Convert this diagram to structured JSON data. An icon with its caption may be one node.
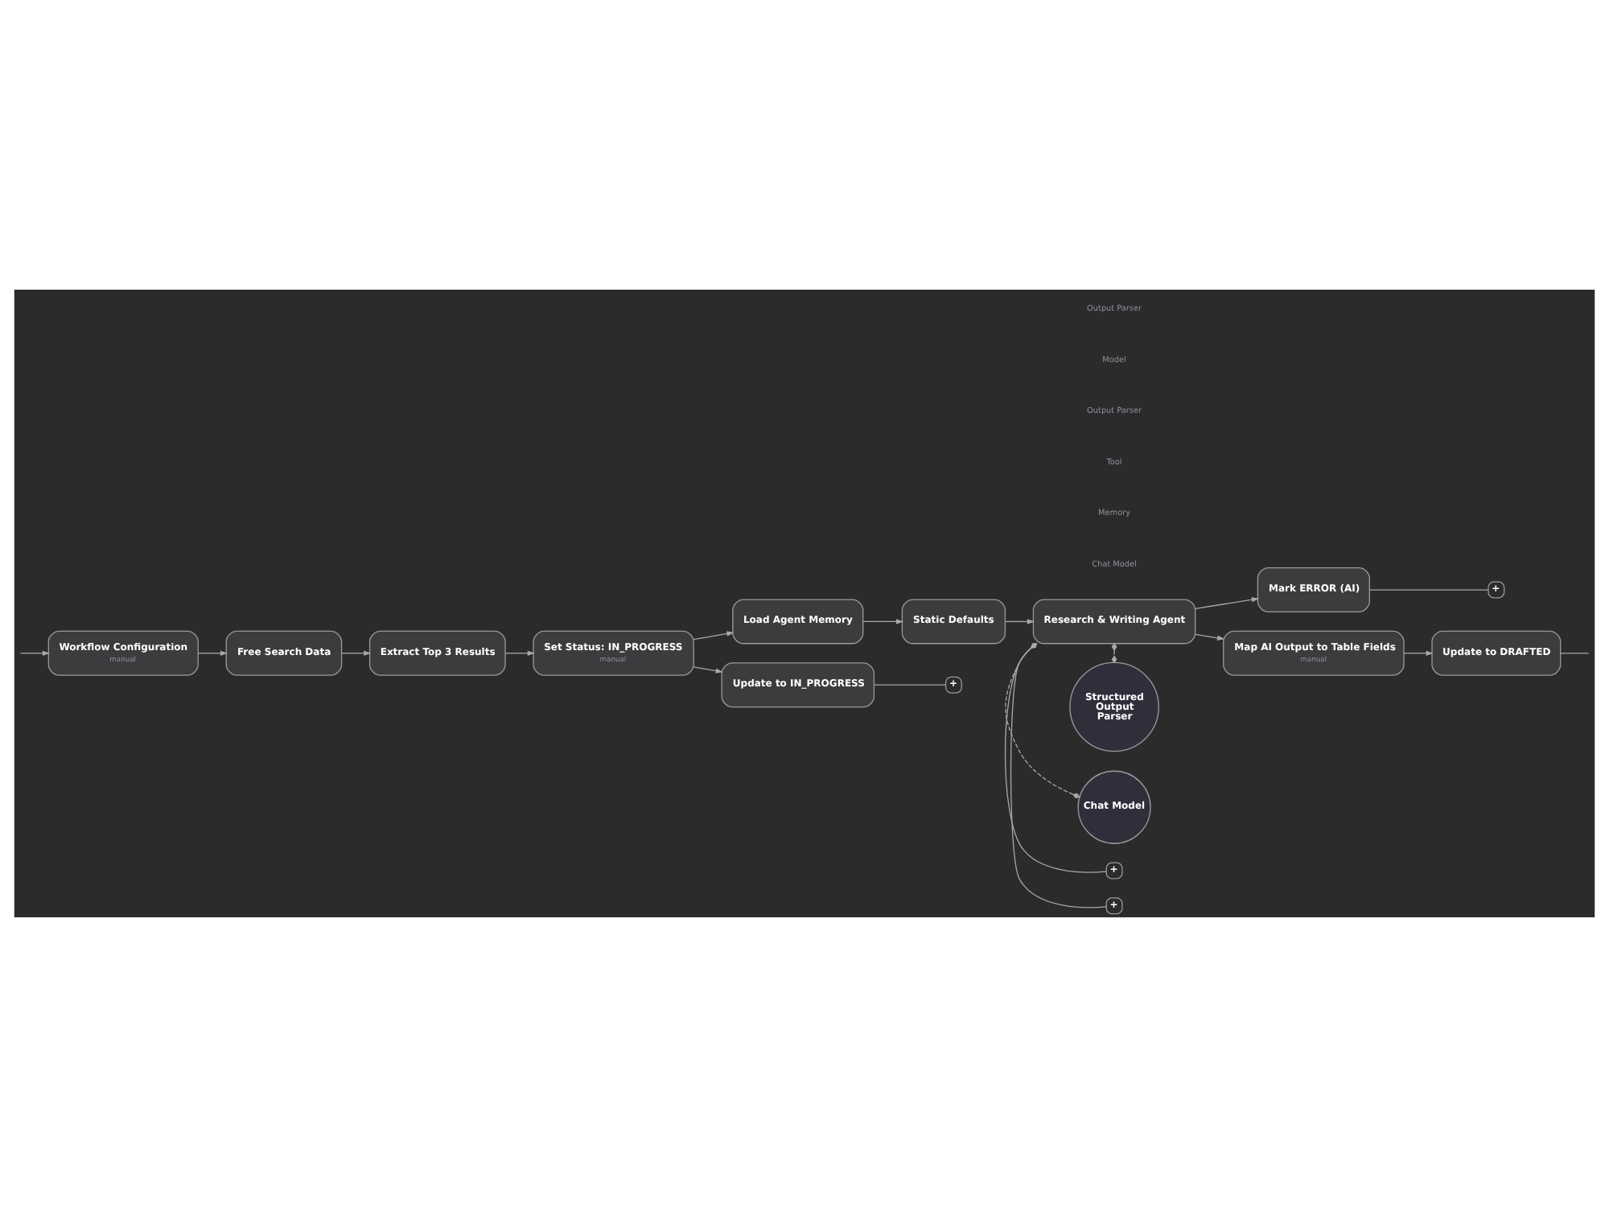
{
  "diagram": {
    "nodes": [
      {
        "text": [
          "Workflow Configuration",
          "manual"
        ]
      },
      {
        "text": [
          "Free Search Data"
        ]
      },
      {
        "text": [
          "Extract Top 3 Results"
        ]
      },
      {
        "text": [
          "Set Status: IN_PROGRESS",
          "manual"
        ]
      },
      {
        "text": [
          "Load Agent Memory"
        ]
      },
      {
        "text": [
          "Update to IN_PROGRESS"
        ]
      },
      {
        "text": [
          "+"
        ]
      },
      {
        "text": [
          "Static Defaults"
        ]
      },
      {
        "text": [
          "Research & Writing Agent"
        ]
      },
      {
        "text": [
          "Mark ERROR (AI)"
        ]
      },
      {
        "text": [
          "+"
        ]
      },
      {
        "text": [
          "Map AI Output to Table Fields",
          "manual"
        ]
      },
      {
        "text": [
          "Update to DRAFTED"
        ]
      },
      {
        "text": [
          "+"
        ]
      },
      {
        "text": [
          "+"
        ]
      },
      {
        "text": [
          "Chat Model"
        ]
      },
      {
        "text": [
          "Structured Output Parser"
        ]
      }
    ],
    "edges": [
      {
        "from": null,
        "to": 0,
        "arrow": "to"
      },
      {
        "from": 0,
        "to": 1,
        "arrow": "to"
      },
      {
        "from": 1,
        "to": 2,
        "arrow": "to"
      },
      {
        "from": 2,
        "to": 3,
        "arrow": "to"
      },
      {
        "from": 3,
        "to": 4,
        "arrow": "to"
      },
      {
        "from": 3,
        "to": 5,
        "arrow": "to"
      },
      {
        "from": 5,
        "to": 6,
        "arrow": "none"
      },
      {
        "from": 4,
        "to": 7,
        "arrow": "to"
      },
      {
        "from": 7,
        "to": 8,
        "arrow": "to"
      },
      {
        "from": 8,
        "to": 9,
        "arrow": "to"
      },
      {
        "from": 8,
        "to": 11,
        "arrow": "to"
      },
      {
        "from": 9,
        "to": 10,
        "arrow": "none"
      },
      {
        "from": 11,
        "to": 12,
        "arrow": "to"
      },
      {
        "from": 12,
        "to": null,
        "arrow": "none"
      },
      {
        "from": 15,
        "to": 8,
        "arrow": "other",
        "style": "dashed"
      },
      {
        "from": 8,
        "to": 13,
        "arrow": "other"
      },
      {
        "from": 8,
        "to": 14,
        "arrow": "other"
      },
      {
        "from": 16,
        "to": 8,
        "arrow": "other",
        "style": "dashed"
      }
    ],
    "labels": [
      "Chat Model",
      "Memory",
      "Tool",
      "Output Parser",
      "Model",
      "Output Parser"
    ]
  }
}
